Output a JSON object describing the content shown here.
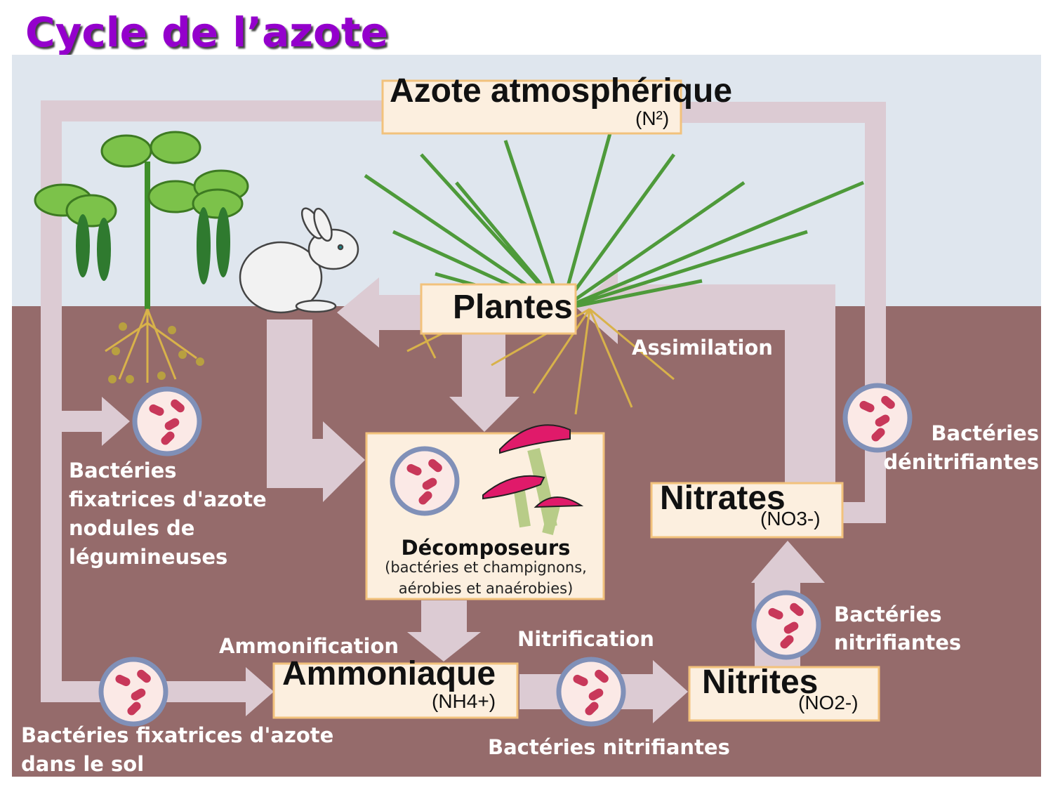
{
  "title": "Cycle de l’azote",
  "colors": {
    "title": "#9400cc",
    "sky": "#dfe6ee",
    "soil": "#956b6b",
    "arrow": "#dccbd3",
    "box": "#fcefdf",
    "box_border": "#f2c27c",
    "bacteria": "#c8385a",
    "circle": "#8090b8"
  },
  "boxes": {
    "azote": {
      "title": "Azote atmosphérique",
      "formula": "(N²)"
    },
    "plantes": {
      "title": "Plantes"
    },
    "decomposeurs": {
      "title": "Décomposeurs",
      "line1": "(bactéries et champignons,",
      "line2": "aérobies et anaérobies)"
    },
    "nitrates": {
      "title": "Nitrates",
      "formula": "(NO3-)"
    },
    "nitrites": {
      "title": "Nitrites",
      "formula": "(NO2-)"
    },
    "ammoniaque": {
      "title": "Ammoniaque",
      "formula": "(NH4+)"
    }
  },
  "labels": {
    "assimilation": "Assimilation",
    "ammonification": "Ammonification",
    "nitrification": "Nitrification",
    "fixatrices_nodules": [
      "Bactéries",
      "fixatrices d'azote",
      "nodules de",
      "légumineuses"
    ],
    "fixatrices_sol": [
      "Bactéries fixatrices d'azote",
      "dans le sol"
    ],
    "denitrifiantes": [
      "Bactéries",
      "dénitrifiantes"
    ],
    "nitrifiantes_right": [
      "Bactéries",
      "nitrifiantes"
    ],
    "nitrifiantes_bottom": "Bactéries nitrifiantes"
  }
}
